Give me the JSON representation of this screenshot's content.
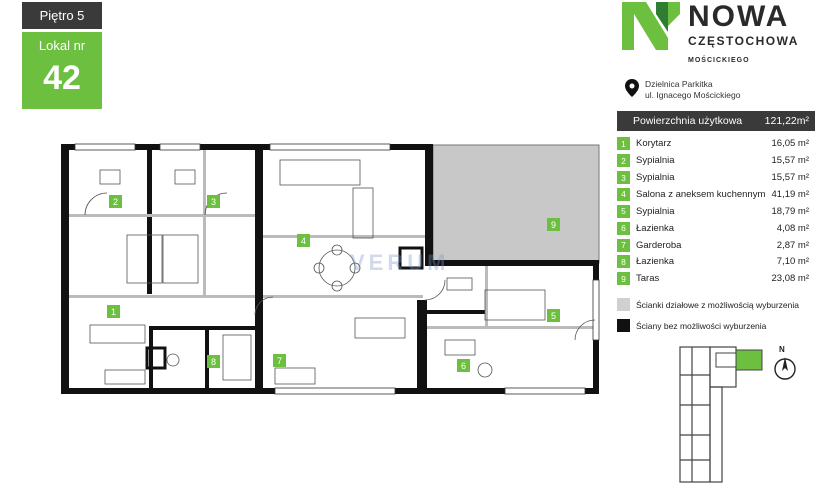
{
  "header": {
    "floor_label": "Piętro 5",
    "unit_label": "Lokal nr",
    "unit_number": "42"
  },
  "brand": {
    "name": "NOWA",
    "city": "CZĘSTOCHOWA",
    "district": "MOŚCICKIEGO",
    "logo_color": "#6cbf3f"
  },
  "location": {
    "icon": "location-pin-icon",
    "line1": "Dzielnica Parkitka",
    "line2": "ul. Ignacego Mościckiego"
  },
  "area_summary": {
    "label": "Powierzchnia użytkowa",
    "value": "121,22m²"
  },
  "rooms": [
    {
      "num": "1",
      "name": "Korytarz",
      "area": "16,05 m²"
    },
    {
      "num": "2",
      "name": "Sypialnia",
      "area": "15,57 m²"
    },
    {
      "num": "3",
      "name": "Sypialnia",
      "area": "15,57 m²"
    },
    {
      "num": "4",
      "name": "Salona z aneksem kuchennym",
      "area": "41,19 m²"
    },
    {
      "num": "5",
      "name": "Sypialnia",
      "area": "18,79 m²"
    },
    {
      "num": "6",
      "name": "Łazienka",
      "area": "4,08 m²"
    },
    {
      "num": "7",
      "name": "Garderoba",
      "area": "2,87 m²"
    },
    {
      "num": "8",
      "name": "Łazienka",
      "area": "7,10 m²"
    },
    {
      "num": "9",
      "name": "Taras",
      "area": "23,08 m²"
    }
  ],
  "legend": [
    {
      "label": "Ścianki działowe z możliwością wyburzenia",
      "color": "#d0d0d0"
    },
    {
      "label": "Ściany bez możliwości wyburzenia",
      "color": "#111111"
    }
  ],
  "floorplan_labels": [
    "1",
    "2",
    "3",
    "4",
    "5",
    "6",
    "7",
    "8",
    "9"
  ],
  "watermark": "VERUM",
  "compass": {
    "label": "N",
    "icon": "north-arrow-icon"
  },
  "colors": {
    "accent": "#6cbf3f",
    "dark": "#3a3a3a",
    "terrace": "#c8c8c8"
  }
}
